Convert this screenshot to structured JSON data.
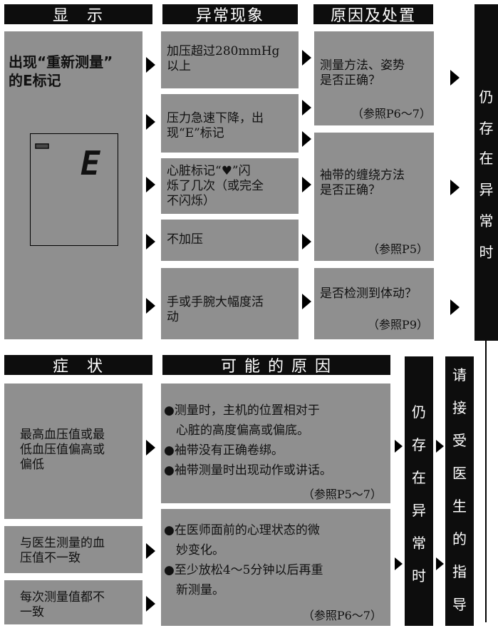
{
  "headers": {
    "display": "显　示",
    "abnormal": "异常现象",
    "cause": "原因及处置",
    "symptom": "症　状",
    "possible_cause": "可 能 的 原 因"
  },
  "error_panel": {
    "title": "出现“重新测量”\n的E标记",
    "lcd_symbol": "E"
  },
  "abnormal_items": [
    "加压超过280mmHg\n以上",
    "压力急速下降，出\n现“E”标记",
    "心脏标记“♥”闪\n烁了几次（或完全\n不闪烁）",
    "不加压",
    "手或手腕大幅度活\n动"
  ],
  "cause_items": [
    {
      "text": "测量方法、姿势\n是否正确？",
      "ref": "（参照P6～7）"
    },
    {
      "text": "袖带的缠绕方法\n是否正确？",
      "ref": "（参照P5）"
    },
    {
      "text": "是否检测到体动？",
      "ref": "（参照P9）"
    }
  ],
  "still_abnormal": [
    "仍",
    "存",
    "在",
    "异",
    "常",
    "时"
  ],
  "symptoms": [
    "最高血压值或最\n低血压值偏高或\n偏低",
    "与医生测量的血\n压值不一致",
    "每次测量值都不\n一致"
  ],
  "possible_causes": [
    {
      "lines": [
        "●测量时，主机的位置相对于",
        "　心脏的高度偏高或偏底。",
        "●袖带没有正确卷绑。",
        "●袖带测量时出现动作或讲话。"
      ],
      "ref": "（参照P5～7）"
    },
    {
      "lines": [
        "●在医师面前的心理状态的微",
        "　妙变化。",
        "●至少放松4～5分钟以后再重",
        "　新测量。"
      ],
      "ref": "（参照P6～7）"
    }
  ],
  "consult_doctor": [
    "请",
    "接",
    "受",
    "医",
    "生",
    "的",
    "指",
    "导"
  ]
}
